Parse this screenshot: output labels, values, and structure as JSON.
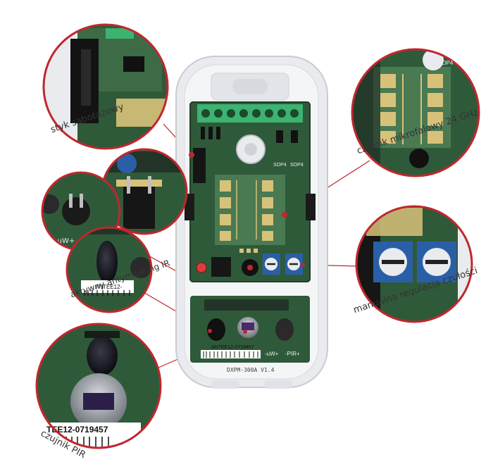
{
  "labels": {
    "tamper": "styk sabotażowy",
    "microwave": "czujnik mikrofalowy 24 GHz",
    "antimasking": "aktywny antymasking IR",
    "sensitivity": "manualna regulacja czułości",
    "pir": "czujnik PIR"
  },
  "board": {
    "model": "DXPM-300A V1.4",
    "serial": "ANTEE12-0719457",
    "serial_zoom": "TEE12-0719457",
    "serial_zoom_small": "ANTEE12-",
    "sop_left": "SOP4",
    "sop_right": "SOP4",
    "sop_zoom": "SOP4",
    "mw_mark": "-uW+",
    "pir_mark": "-PIR+",
    "mw_mark_zoom": "-uW+"
  },
  "colors": {
    "accent": "#c0272d",
    "pcb": "#2f5a3a",
    "pcb_light": "#4a7a52",
    "terminal": "#3cb371",
    "trimmer": "#2a5fa8",
    "antenna": "#d8c27a",
    "housing": "#e9ebee"
  }
}
